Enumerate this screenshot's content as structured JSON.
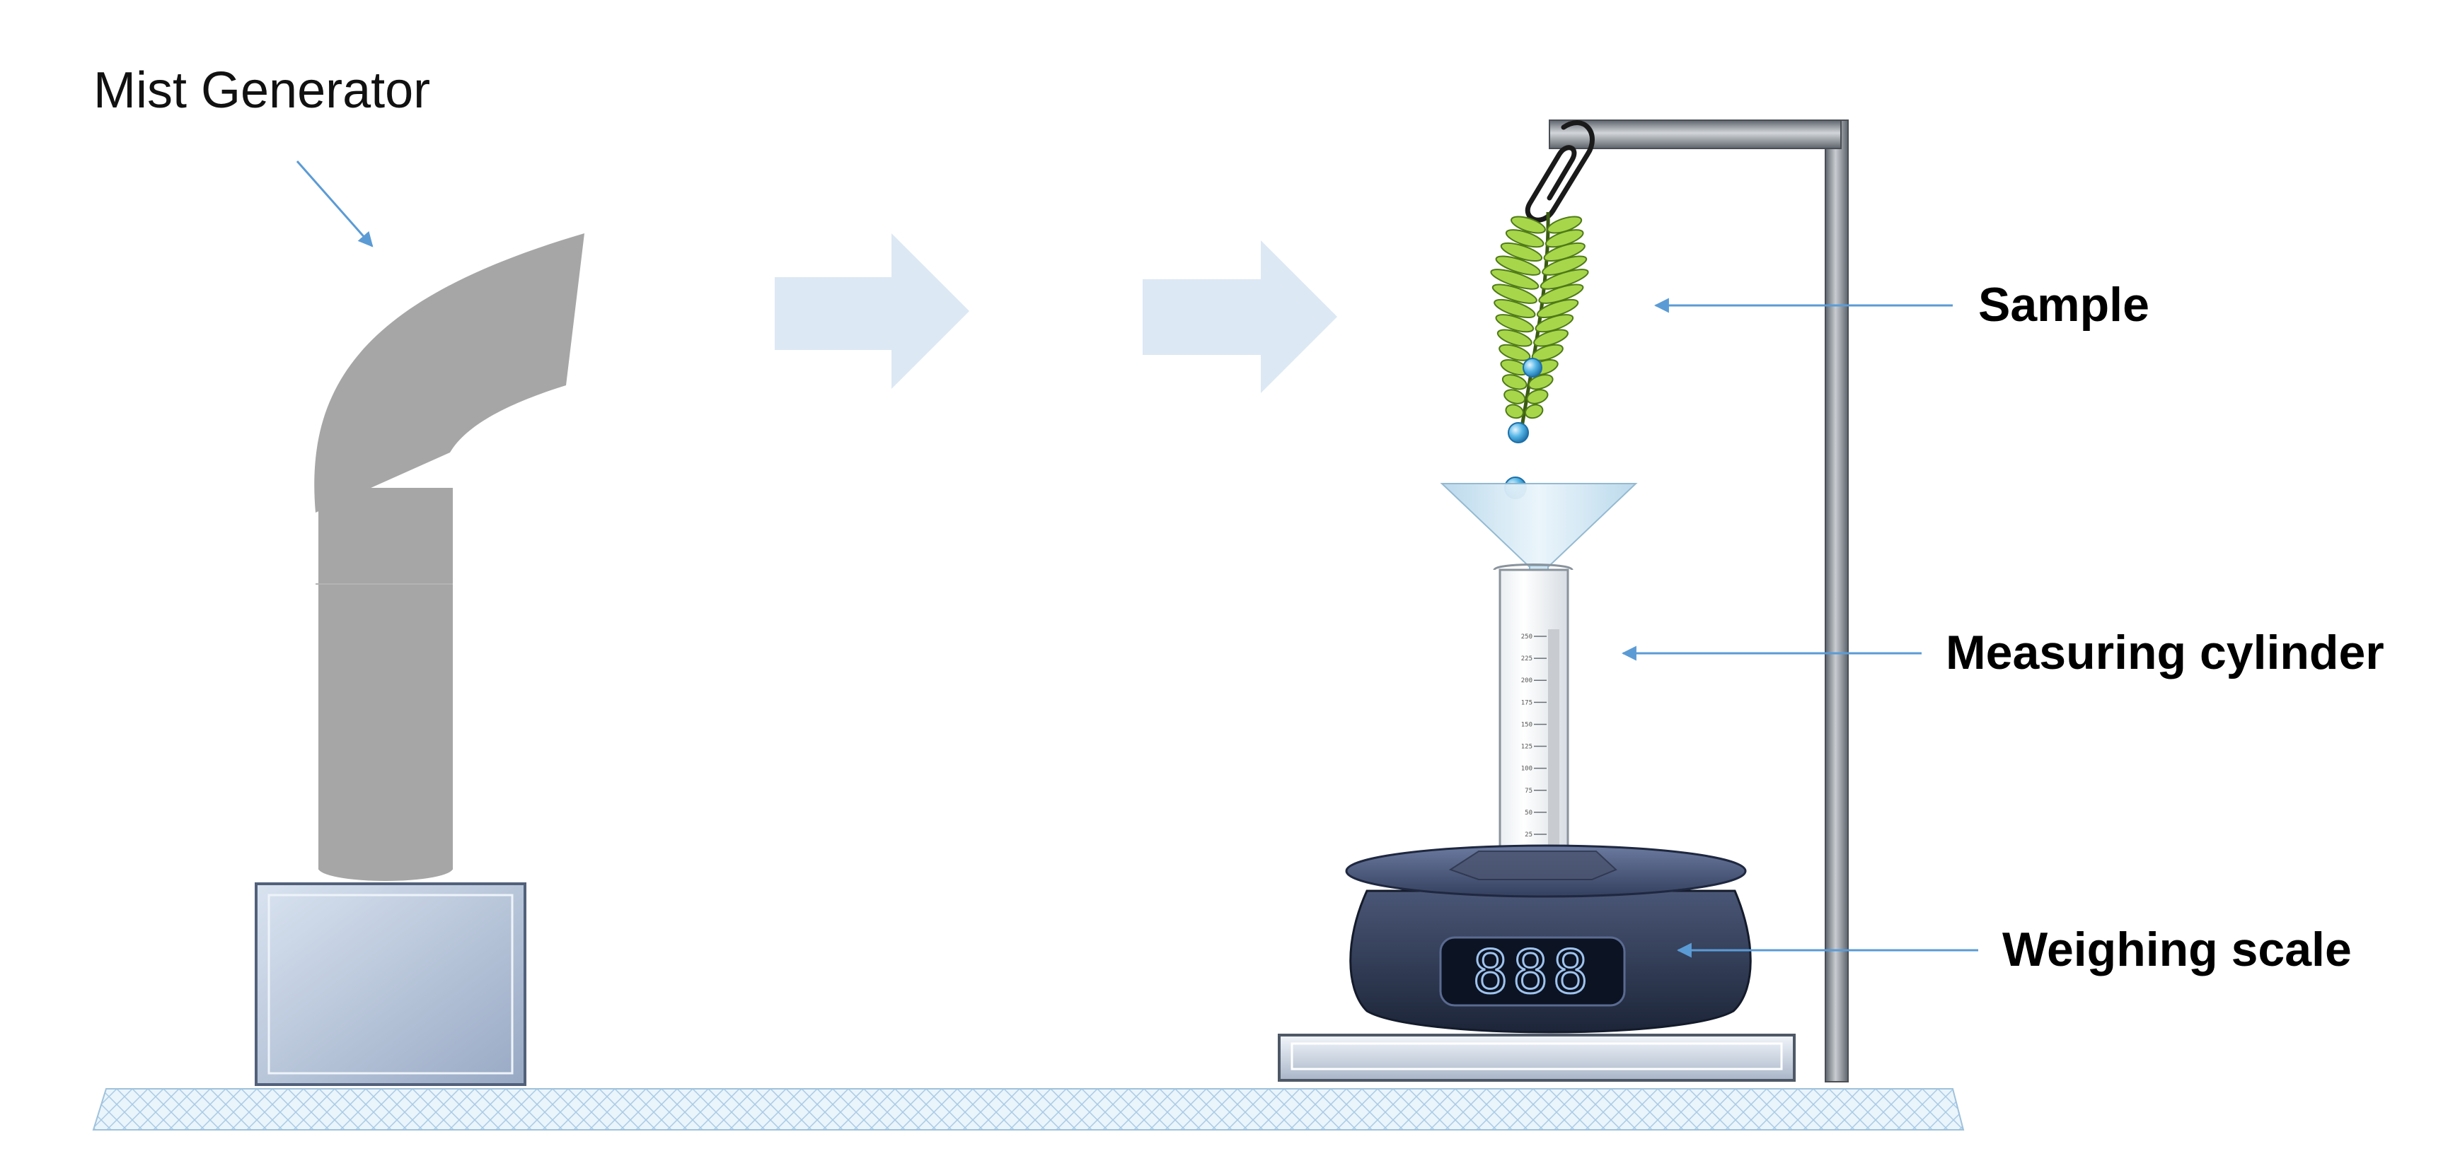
{
  "labels": {
    "mist_generator": "Mist Generator",
    "sample": "Sample",
    "measuring_cylinder": "Measuring cylinder",
    "weighing_scale": "Weighing scale"
  },
  "scale_display": "888",
  "cylinder_ticks": [
    "250",
    "225",
    "200",
    "175",
    "150",
    "125",
    "100",
    "75",
    "50",
    "25"
  ],
  "colors": {
    "arrow_line": "#5b9bd5",
    "flow_arrow": "#dce8f4",
    "pipe": "#a6a6a6",
    "generator_base": "#b4c4dc",
    "fern": "#a8d64a",
    "water_drop": "#4aa8d8",
    "funnel": "#cde4f2",
    "scale_body": "#2f3b5a",
    "scale_display_text": "#9ec3ee",
    "stand": "#8a8f96",
    "bench": "#e8f3fb"
  },
  "icons": [
    "paper-clip-icon",
    "fern-icon",
    "water-drop-icon",
    "funnel-icon"
  ]
}
